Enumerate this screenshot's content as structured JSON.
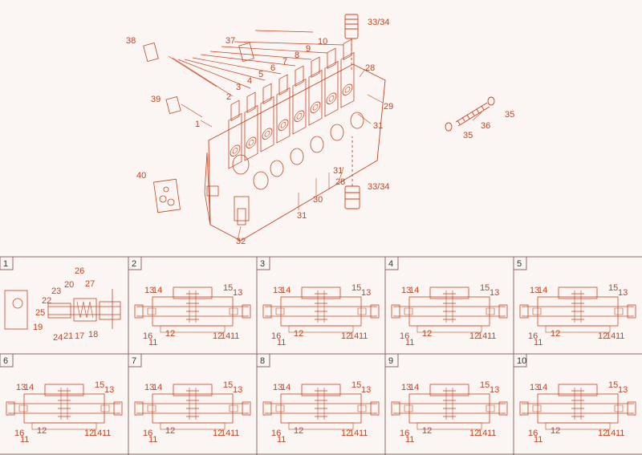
{
  "colors": {
    "line": "#c8431e",
    "frame": "#8a6a60",
    "bg": "#fbf6f3"
  },
  "main": {
    "callouts": [
      "1",
      "2",
      "3",
      "4",
      "5",
      "6",
      "7",
      "8",
      "9",
      "10",
      "28",
      "29",
      "31",
      "31",
      "31",
      "30",
      "28",
      "32",
      "33/34",
      "33/34",
      "35",
      "35",
      "36",
      "37",
      "38",
      "39",
      "40"
    ]
  },
  "details": [
    {
      "num": "1",
      "labels": [
        "26",
        "22",
        "20",
        "27",
        "23",
        "25",
        "19",
        "24",
        "21",
        "17",
        "18"
      ]
    },
    {
      "num": "2",
      "labels": [
        "13",
        "14",
        "15",
        "13",
        "16",
        "11",
        "12",
        "12",
        "14",
        "11"
      ]
    },
    {
      "num": "3",
      "labels": [
        "13",
        "14",
        "15",
        "13",
        "16",
        "11",
        "12",
        "12",
        "14",
        "11"
      ]
    },
    {
      "num": "4",
      "labels": [
        "13",
        "14",
        "15",
        "13",
        "16",
        "11",
        "12",
        "12",
        "14",
        "11"
      ]
    },
    {
      "num": "5",
      "labels": [
        "13",
        "14",
        "15",
        "13",
        "16",
        "11",
        "12",
        "12",
        "14",
        "11"
      ]
    },
    {
      "num": "6",
      "labels": [
        "13",
        "14",
        "15",
        "13",
        "16",
        "11",
        "12",
        "12",
        "14",
        "11"
      ]
    },
    {
      "num": "7",
      "labels": [
        "13",
        "14",
        "15",
        "13",
        "16",
        "11",
        "12",
        "12",
        "14",
        "11"
      ]
    },
    {
      "num": "8",
      "labels": [
        "13",
        "14",
        "15",
        "13",
        "16",
        "11",
        "12",
        "12",
        "14",
        "11"
      ]
    },
    {
      "num": "9",
      "labels": [
        "13",
        "14",
        "15",
        "13",
        "16",
        "11",
        "12",
        "12",
        "14",
        "11"
      ]
    },
    {
      "num": "10",
      "labels": [
        "13",
        "14",
        "15",
        "13",
        "16",
        "11",
        "12",
        "12",
        "14",
        "11"
      ]
    }
  ]
}
